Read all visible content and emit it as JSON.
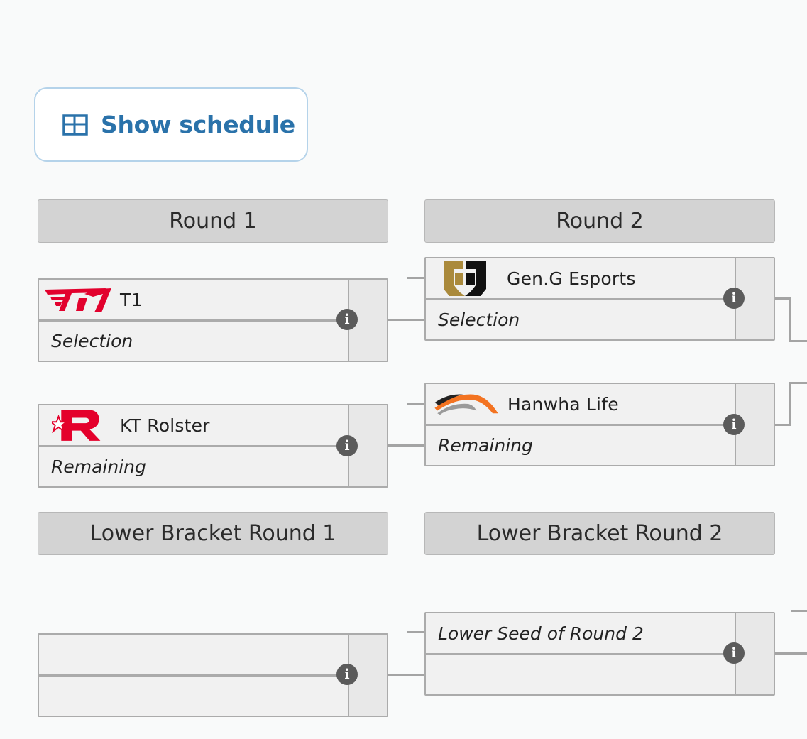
{
  "toolbar": {
    "show_schedule_label": "Show schedule"
  },
  "rounds": [
    {
      "label": "Round 1"
    },
    {
      "label": "Round 2"
    },
    {
      "label": "Lower Bracket Round 1"
    },
    {
      "label": "Lower Bracket Round 2"
    }
  ],
  "matches": {
    "r1_m1": {
      "top_team": "T1",
      "top_logo": "t1-logo",
      "bottom": "Selection"
    },
    "r1_m2": {
      "top_team": "KT Rolster",
      "top_logo": "kt-rolster-logo",
      "bottom": "Remaining"
    },
    "r2_m1": {
      "top_team": "Gen.G Esports",
      "top_logo": "geng-logo",
      "bottom": "Selection"
    },
    "r2_m2": {
      "top_team": "Hanwha Life",
      "top_logo": "hanwha-life-logo",
      "bottom": "Remaining"
    },
    "lb1_m1": {
      "top": "",
      "bottom": ""
    },
    "lb2_m1": {
      "top": "Lower Seed of Round 2",
      "bottom": ""
    }
  },
  "icons": {
    "info": "info-icon",
    "schedule": "table-grid-icon"
  },
  "colors": {
    "accent": "#2a72aa",
    "header_bg": "#d3d3d3",
    "match_bg": "#f1f1f1",
    "border": "#ababab",
    "info_bg": "#5b5b5b",
    "t1_red": "#e2012d",
    "kt_red": "#e4002b",
    "geng_gold": "#aa8a3c",
    "hanwha_orange": "#f37321"
  },
  "info_glyph": "i"
}
